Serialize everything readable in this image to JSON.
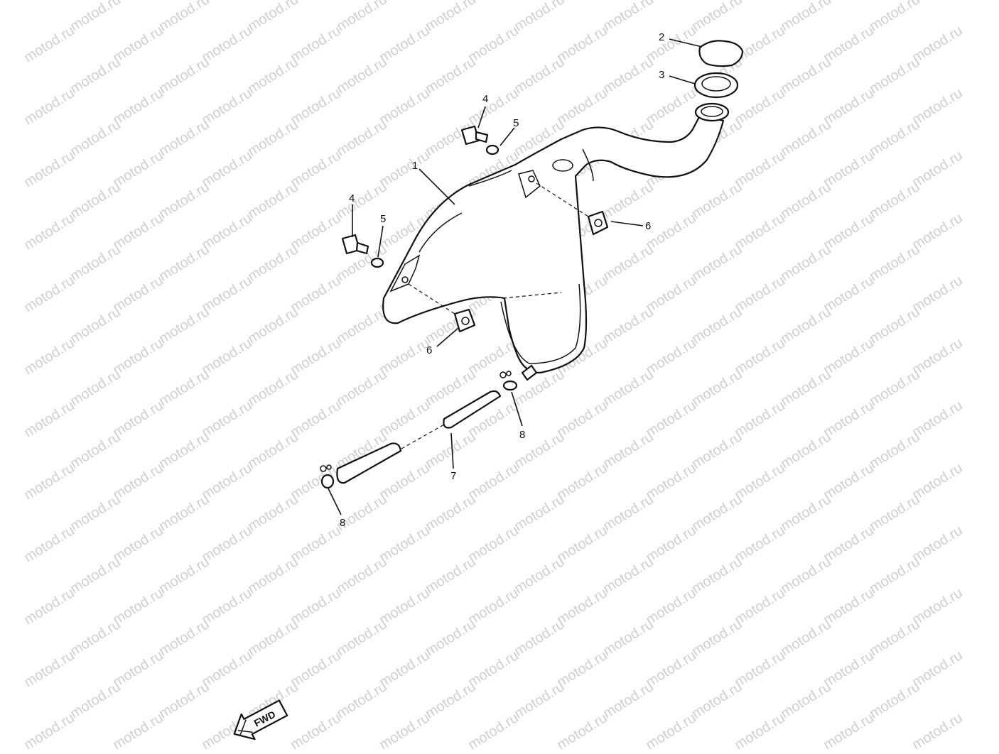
{
  "watermark": {
    "text": "motod.ru"
  },
  "callouts": {
    "c1": "1",
    "c2": "2",
    "c3": "3",
    "c4a": "4",
    "c4b": "4",
    "c5a": "5",
    "c5b": "5",
    "c6a": "6",
    "c6b": "6",
    "c7": "7",
    "c8a": "8",
    "c8b": "8"
  },
  "fwd": {
    "label": "FWD"
  }
}
